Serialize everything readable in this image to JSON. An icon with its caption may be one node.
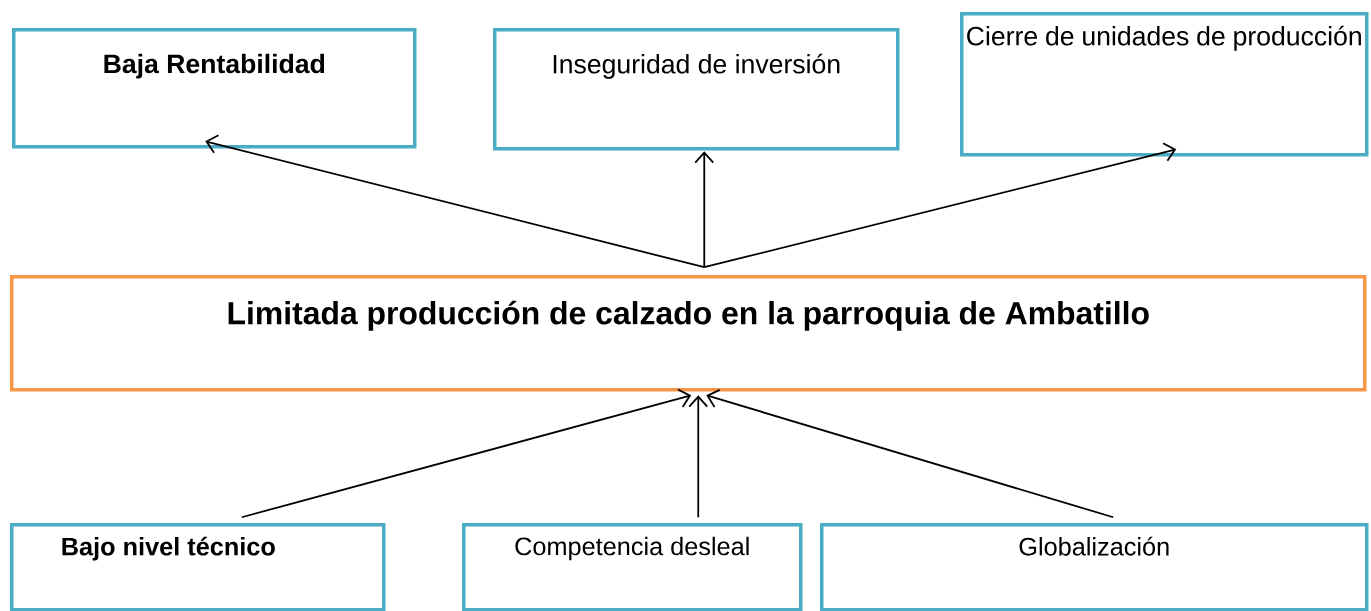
{
  "diagram": {
    "nodes": [
      {
        "text": [
          "**Baja Rentabilidad**"
        ]
      },
      {
        "text": [
          "Inseguridad de inversión"
        ]
      },
      {
        "text": [
          "Cierre de unidades de producción"
        ]
      },
      {
        "text": [
          "**Limitada producción de calzado en la parroquia de Ambatillo**"
        ]
      },
      {
        "text": [
          "**Bajo nivel técnico**"
        ]
      },
      {
        "text": [
          "Competencia desleal"
        ]
      },
      {
        "text": [
          "Globalización"
        ]
      }
    ],
    "edges": [
      {
        "from": 3,
        "to": 0,
        "arrow": "to"
      },
      {
        "from": 3,
        "to": 1,
        "arrow": "to"
      },
      {
        "from": 3,
        "to": 2,
        "arrow": "to"
      },
      {
        "from": 4,
        "to": 3,
        "arrow": "to"
      },
      {
        "from": 5,
        "to": 3,
        "arrow": "to"
      },
      {
        "from": 6,
        "to": 3,
        "arrow": "to"
      }
    ]
  }
}
